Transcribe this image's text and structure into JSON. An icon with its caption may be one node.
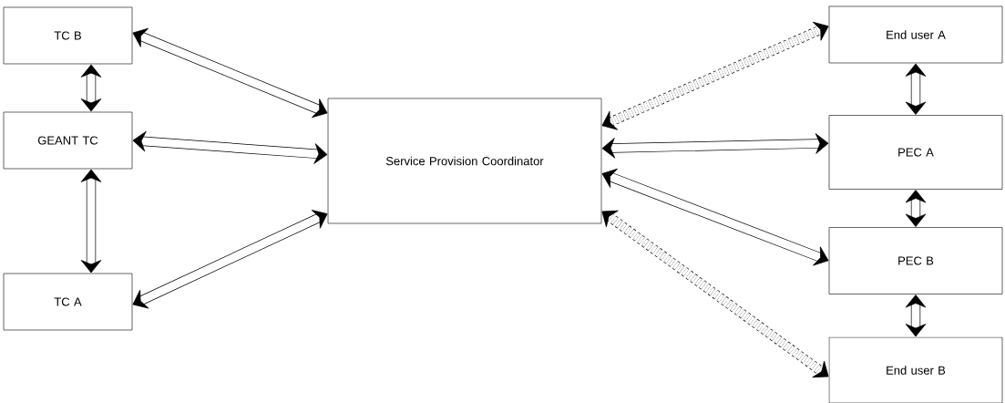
{
  "diagram": {
    "nodes": [
      {
        "text": [
          "TC B"
        ]
      },
      {
        "text": [
          "GEANT TC"
        ]
      },
      {
        "text": [
          "TC A"
        ]
      },
      {
        "text": [
          "Service Provision Coordinator"
        ]
      },
      {
        "text": [
          "End user A"
        ]
      },
      {
        "text": [
          "PEC A"
        ]
      },
      {
        "text": [
          "PEC B"
        ]
      },
      {
        "text": [
          "End user B"
        ]
      }
    ],
    "edges": [
      {
        "from": 0,
        "to": 1,
        "arrow": "both"
      },
      {
        "from": 1,
        "to": 2,
        "arrow": "both"
      },
      {
        "from": 0,
        "to": 3,
        "arrow": "both"
      },
      {
        "from": 1,
        "to": 3,
        "arrow": "both"
      },
      {
        "from": 2,
        "to": 3,
        "arrow": "both"
      },
      {
        "from": 3,
        "to": 4,
        "arrow": "both",
        "style": "dashed"
      },
      {
        "from": 3,
        "to": 5,
        "arrow": "both"
      },
      {
        "from": 3,
        "to": 6,
        "arrow": "both"
      },
      {
        "from": 3,
        "to": 7,
        "arrow": "both",
        "style": "dashed"
      },
      {
        "from": 4,
        "to": 5,
        "arrow": "both"
      },
      {
        "from": 5,
        "to": 6,
        "arrow": "both"
      },
      {
        "from": 6,
        "to": 7,
        "arrow": "both"
      }
    ]
  }
}
